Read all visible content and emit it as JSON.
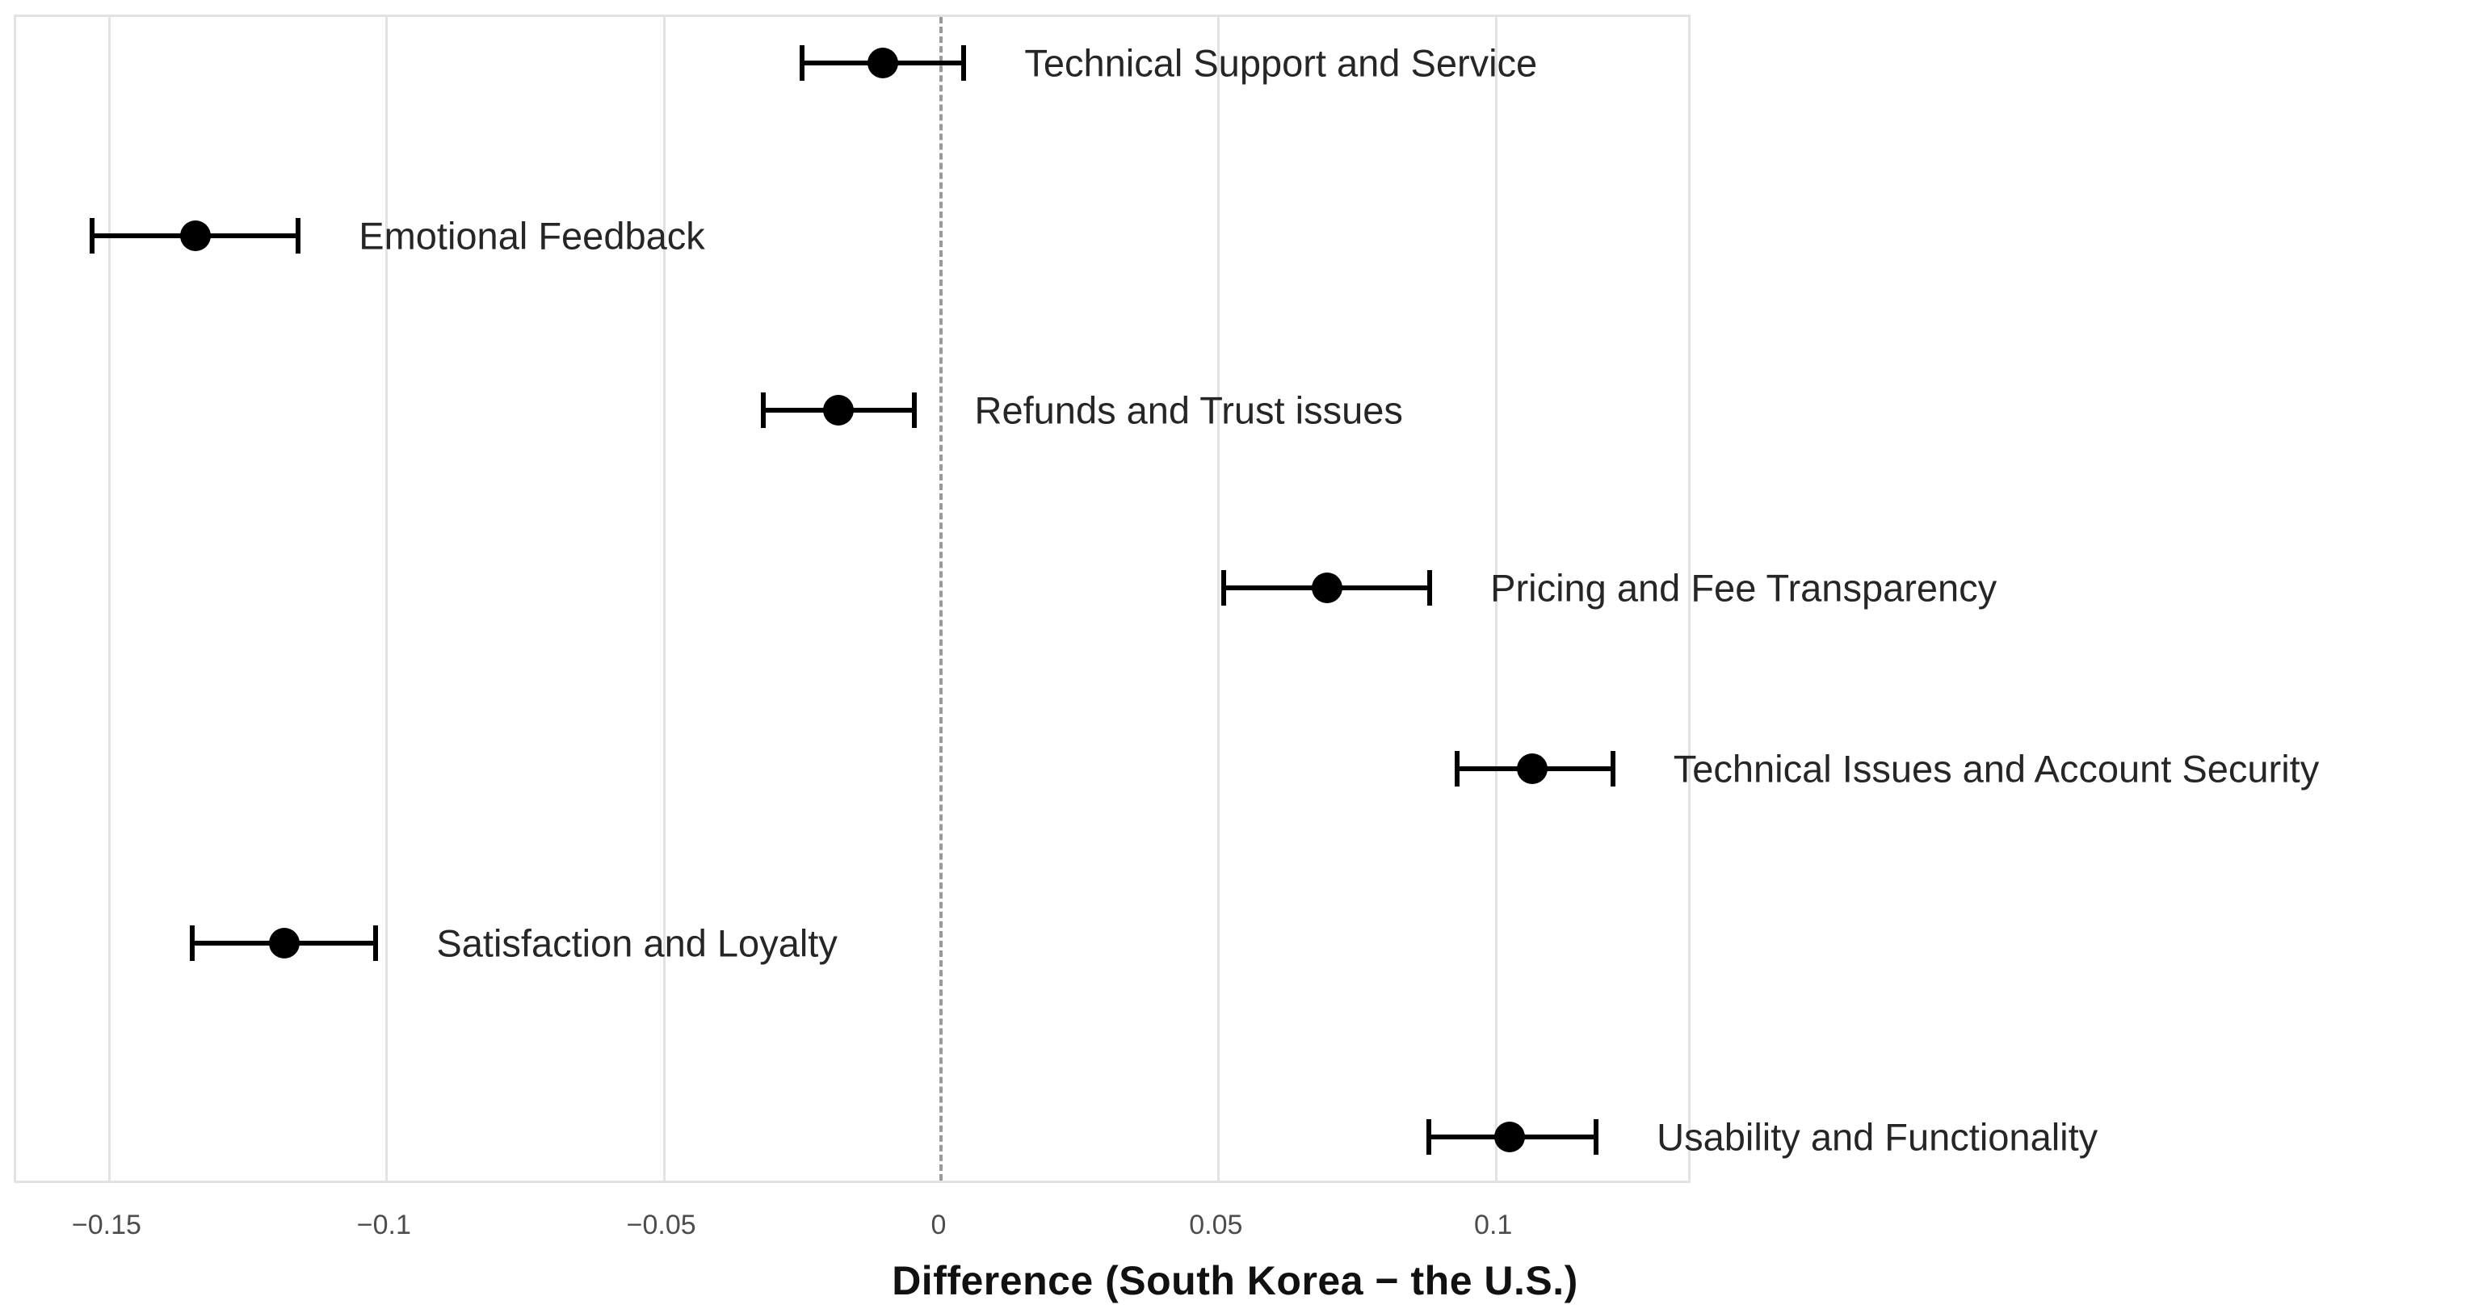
{
  "chart_data": {
    "type": "scatter",
    "orientation": "horizontal",
    "title": "",
    "xlabel": "Difference (South Korea − the U.S.)",
    "ylabel": "",
    "xlim": [
      -0.1669,
      0.1357
    ],
    "xticks": [
      -0.15,
      -0.1,
      -0.05,
      0,
      0.05,
      0.1
    ],
    "xtick_labels": [
      "−0.15",
      "−0.1",
      "−0.05",
      "0",
      "0.05",
      "0.1"
    ],
    "grid": "vertical-only",
    "reference_line": {
      "value": 0,
      "style": "dashed",
      "color": "#9a9a9a"
    },
    "legend": "none",
    "marker": {
      "shape": "circle",
      "color": "#000000"
    },
    "errorbar": {
      "style": "capped-horizontal",
      "color": "#000000"
    },
    "categories": [
      "Technical Support and Service",
      "Emotional Feedback",
      "Refunds and Trust issues",
      "Pricing and Fee Transparency",
      "Technical Issues and Account Security",
      "Satisfaction and Loyalty",
      "Usability and Functionality"
    ],
    "points": [
      {
        "label": "Technical Support and Service",
        "estimate": -0.01,
        "low": -0.025,
        "high": 0.005
      },
      {
        "label": "Emotional Feedback",
        "estimate": -0.134,
        "low": -0.153,
        "high": -0.115
      },
      {
        "label": "Refunds and Trust issues",
        "estimate": -0.018,
        "low": -0.032,
        "high": -0.004
      },
      {
        "label": "Pricing and Fee Transparency",
        "estimate": 0.07,
        "low": 0.051,
        "high": 0.089
      },
      {
        "label": "Technical Issues and Account Security",
        "estimate": 0.107,
        "low": 0.093,
        "high": 0.122
      },
      {
        "label": "Satisfaction and Loyalty",
        "estimate": -0.118,
        "low": -0.135,
        "high": -0.101
      },
      {
        "label": "Usability and Functionality",
        "estimate": 0.103,
        "low": 0.088,
        "high": 0.119
      }
    ]
  },
  "axis": {
    "x_title": "Difference (South Korea − the U.S.)",
    "ticks": [
      {
        "value": -0.15,
        "label": "−0.15"
      },
      {
        "value": -0.1,
        "label": "−0.1"
      },
      {
        "value": -0.05,
        "label": "−0.05"
      },
      {
        "value": 0,
        "label": "0"
      },
      {
        "value": 0.05,
        "label": "0.05"
      },
      {
        "value": 0.1,
        "label": "0.1"
      }
    ]
  },
  "colors": {
    "panel_border": "#e2e2e2",
    "gridline": "#e2e2e2",
    "zero_line": "#9a9a9a",
    "marker": "#000000",
    "label_text": "#262626",
    "tick_text": "#4d4d4d",
    "title_text": "#111111",
    "background": "#ffffff"
  }
}
